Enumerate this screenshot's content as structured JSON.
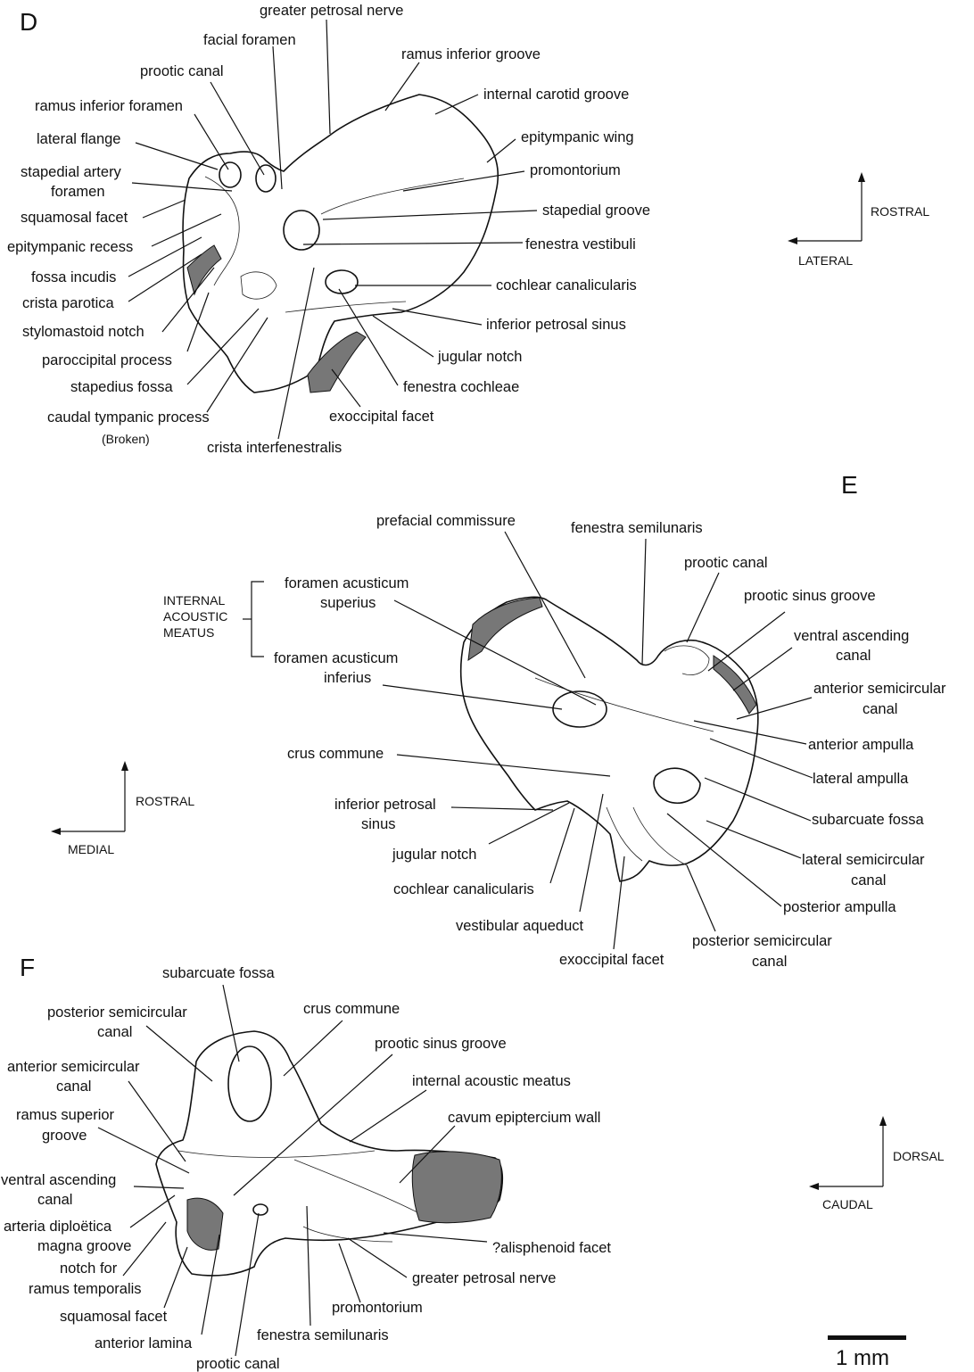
{
  "panels": {
    "D": {
      "letter": "D",
      "labels": {
        "greater_petrosal_nerve": "greater petrosal nerve",
        "facial_foramen": "facial foramen",
        "ramus_inferior_groove": "ramus inferior groove",
        "prootic_canal": "prootic canal",
        "internal_carotid_groove": "internal carotid groove",
        "ramus_inferior_foramen": "ramus inferior foramen",
        "epitympanic_wing": "epitympanic wing",
        "lateral_flange": "lateral flange",
        "promontorium": "promontorium",
        "stapedial_artery_foramen_1": "stapedial artery",
        "stapedial_artery_foramen_2": "foramen",
        "squamosal_facet": "squamosal facet",
        "stapedial_groove": "stapedial groove",
        "epitympanic_recess": "epitympanic recess",
        "fenestra_vestibuli": "fenestra vestibuli",
        "fossa_incudis": "fossa incudis",
        "cochlear_canalicularis": "cochlear canalicularis",
        "crista_parotica": "crista parotica",
        "inferior_petrosal_sinus": "inferior petrosal sinus",
        "stylomastoid_notch": "stylomastoid notch",
        "jugular_notch": "jugular notch",
        "paroccipital_process": "paroccipital process",
        "stapedius_fossa": "stapedius fossa",
        "fenestra_cochleae": "fenestra cochleae",
        "caudal_tympanic_process": "caudal tympanic process",
        "exoccipital_facet": "exoccipital facet",
        "broken": "(Broken)",
        "crista_interfenestralis": "crista interfenestralis"
      },
      "orientation": {
        "up": "ROSTRAL",
        "left": "LATERAL"
      }
    },
    "E": {
      "letter": "E",
      "labels": {
        "prefacial_commissure": "prefacial commissure",
        "fenestra_semilunaris": "fenestra semilunaris",
        "prootic_canal": "prootic canal",
        "internal_1": "INTERNAL",
        "internal_2": "ACOUSTIC",
        "internal_3": "MEATUS",
        "foramen_sup_1": "foramen acusticum",
        "foramen_sup_2": "superius",
        "prootic_sinus_groove": "prootic sinus groove",
        "ventral_ascending_1": "ventral ascending",
        "ventral_ascending_2": "canal",
        "foramen_inf_1": "foramen acusticum",
        "foramen_inf_2": "inferius",
        "anterior_semicircular_1": "anterior semicircular",
        "anterior_semicircular_2": "canal",
        "anterior_ampulla": "anterior ampulla",
        "crus_commune": "crus commune",
        "lateral_ampulla": "lateral ampulla",
        "inferior_petrosal_1": "inferior petrosal",
        "inferior_petrosal_2": "sinus",
        "subarcuate_fossa": "subarcuate fossa",
        "jugular_notch": "jugular notch",
        "lateral_semicircular_1": "lateral semicircular",
        "lateral_semicircular_2": "canal",
        "cochlear_canalicularis": "cochlear canalicularis",
        "posterior_ampulla": "posterior ampulla",
        "vestibular_aqueduct": "vestibular aqueduct",
        "posterior_semicircular_1": "posterior semicircular",
        "posterior_semicircular_2": "canal",
        "exoccipital_facet": "exoccipital facet"
      },
      "orientation": {
        "up": "ROSTRAL",
        "left": "MEDIAL"
      }
    },
    "F": {
      "letter": "F",
      "labels": {
        "subarcuate_fossa": "subarcuate fossa",
        "posterior_semicircular_1": "posterior semicircular",
        "posterior_semicircular_2": "canal",
        "crus_commune": "crus commune",
        "prootic_sinus_groove": "prootic sinus groove",
        "anterior_semicircular_1": "anterior semicircular",
        "anterior_semicircular_2": "canal",
        "internal_acoustic_meatus": "internal acoustic meatus",
        "ramus_superior_1": "ramus superior",
        "ramus_superior_2": "groove",
        "cavum_epiptercium_wall": "cavum epiptercium wall",
        "ventral_ascending_1": "ventral ascending",
        "ventral_ascending_2": "canal",
        "arteria_1": "arteria diploëtica",
        "arteria_2": "magna groove",
        "alisphenoid_facet": "?alisphenoid facet",
        "notch_1": "notch for",
        "notch_2": "ramus temporalis",
        "greater_petrosal_nerve": "greater petrosal nerve",
        "promontorium": "promontorium",
        "squamosal_facet": "squamosal facet",
        "fenestra_semilunaris": "fenestra semilunaris",
        "anterior_lamina": "anterior lamina",
        "prootic_canal": "prootic canal"
      },
      "orientation": {
        "up": "DORSAL",
        "left": "CAUDAL"
      }
    }
  },
  "scale_bar": {
    "label": "1 mm"
  }
}
